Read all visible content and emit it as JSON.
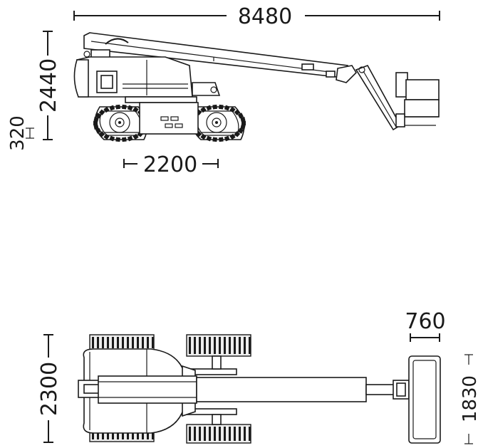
{
  "dimensions": {
    "overall_length": "8480",
    "stowed_height": "2440",
    "ground_clearance": "320",
    "wheelbase": "2200",
    "overall_width": "2300",
    "platform_depth": "760",
    "platform_width": "1830"
  },
  "colors": {
    "line": "#1a1a1a",
    "background": "#ffffff",
    "shade": "#eeeeee"
  }
}
